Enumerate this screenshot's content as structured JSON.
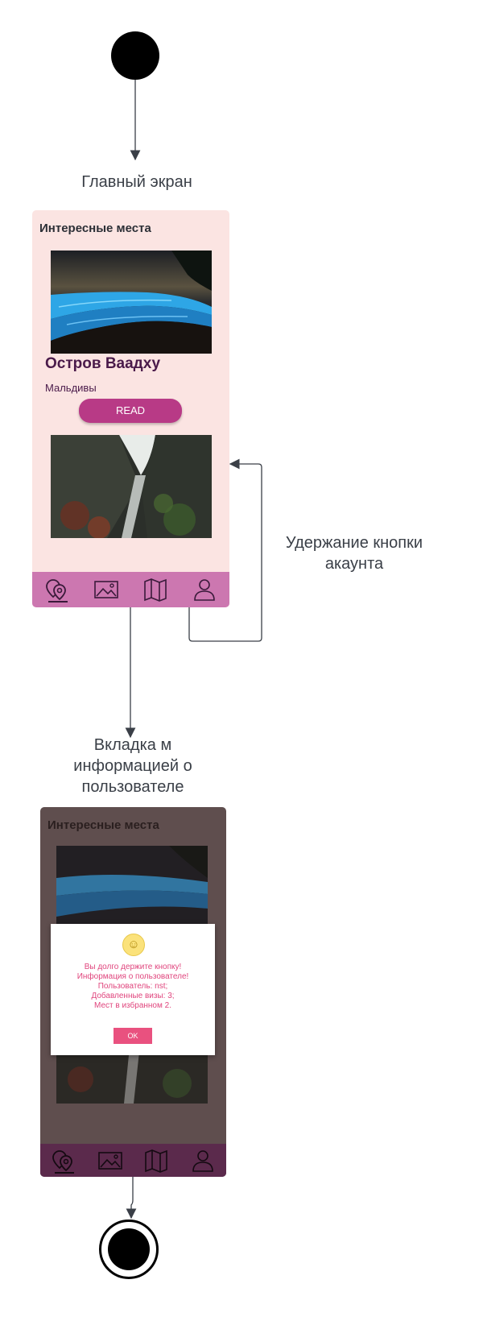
{
  "flow": {
    "label_main_screen": "Главный экран",
    "label_hold_account": "Удержание кнопки акаунта",
    "label_user_info_tab": "Вкладка м информацией о пользователе"
  },
  "screen1": {
    "title": "Интересные места",
    "card": {
      "title": "Остров Ваадху",
      "subtitle": "Мальдивы",
      "read_label": "READ"
    },
    "tabs": [
      "location-icon",
      "gallery-icon",
      "map-icon",
      "account-icon"
    ]
  },
  "screen2": {
    "title": "Интересные места",
    "dialog": {
      "line1": "Вы долго держите кнопку!",
      "line2": "Информация о пользователе!",
      "line3": "Пользователь: nst;",
      "line4": "Добавленные визы: 3;",
      "line5": "Мест в избранном 2.",
      "ok_label": "OK"
    },
    "tabs": [
      "location-icon",
      "gallery-icon",
      "map-icon",
      "account-icon"
    ]
  },
  "colors": {
    "screen_bg": "#fbe4e2",
    "tabbar": "#cc77b0",
    "accent": "#b83a86",
    "dialog_text": "#e0457d",
    "ok_button": "#e9517f",
    "tabbar_dimmed": "#5b2a4c"
  }
}
